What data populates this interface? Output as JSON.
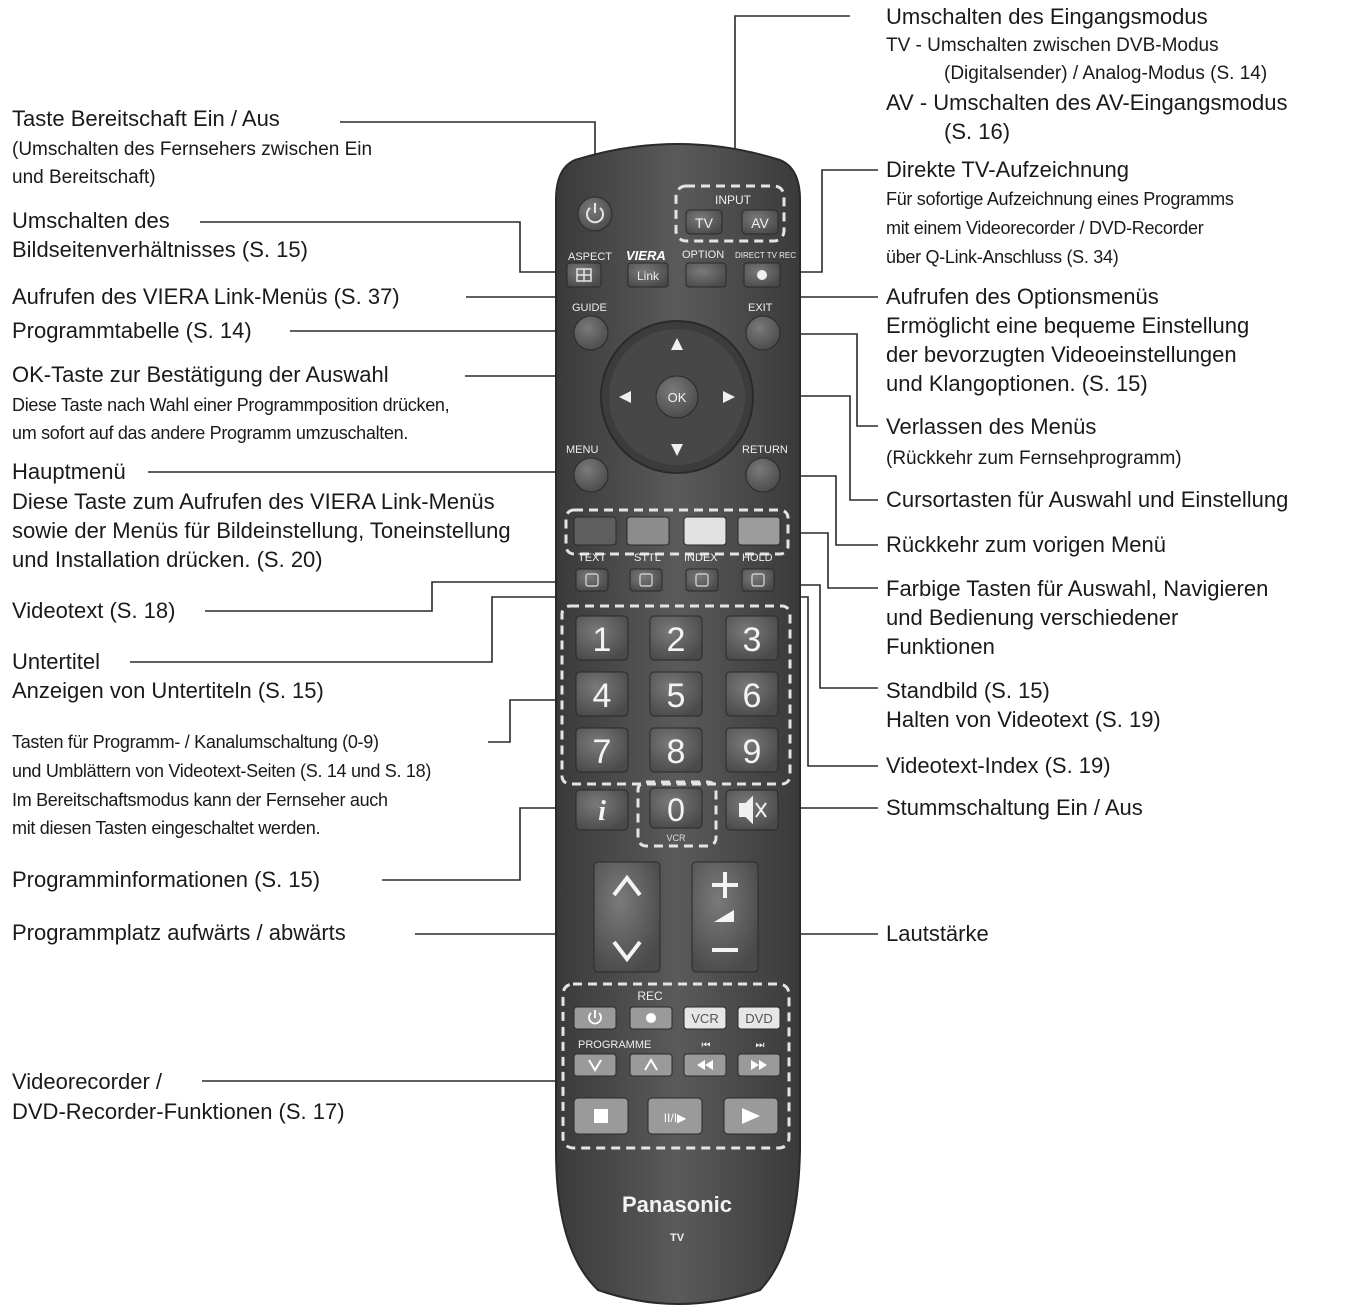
{
  "labels": {
    "input_title": "Umschalten des Eingangsmodus",
    "input_tv_1": "TV - Umschalten zwischen DVB-Modus",
    "input_tv_2": "(Digitalsender) / Analog-Modus (S. 14)",
    "input_av_1": "AV - Umschalten des AV-Eingangsmodus",
    "input_av_2": "(S. 16)",
    "standby_title": "Taste Bereitschaft Ein / Aus",
    "standby_1": "(Umschalten des Fernsehers zwischen Ein",
    "standby_2": "und Bereitschaft)",
    "directrec_title": "Direkte TV-Aufzeichnung",
    "directrec_1": "Für sofortige Aufzeichnung eines Programms",
    "directrec_2": "mit einem Videorecorder / DVD-Recorder",
    "directrec_3": "über Q-Link-Anschluss (S. 34)",
    "aspect_1": "Umschalten des",
    "aspect_2": "Bildseitenverhältnisses (S. 15)",
    "link_menu": "Aufrufen des VIERA Link-Menüs (S. 37)",
    "option_title": "Aufrufen des Optionsmenüs",
    "option_1": "Ermöglicht eine bequeme Einstellung",
    "option_2": "der bevorzugten Videoeinstellungen",
    "option_3": "und Klangoptionen. (S. 15)",
    "guide": "Programmtabelle (S. 14)",
    "ok_title": "OK-Taste zur Bestätigung der Auswahl",
    "ok_1": "Diese Taste nach Wahl einer Programmposition drücken,",
    "ok_2": "um sofort auf das andere Programm umzuschalten.",
    "exit_title": "Verlassen des Menüs",
    "exit_1": "(Rückkehr zum Fernsehprogramm)",
    "menu_title": "Hauptmenü",
    "menu_1": "Diese Taste zum Aufrufen des VIERA Link-Menüs",
    "menu_2": "sowie der Menüs für Bildeinstellung, Toneinstellung",
    "menu_3": "und Installation drücken. (S. 20)",
    "cursor": "Cursortasten für Auswahl und Einstellung",
    "return": "Rückkehr zum vorigen Menü",
    "color_1": "Farbige Tasten für Auswahl, Navigieren",
    "color_2": "und Bedienung verschiedener",
    "color_3": "Funktionen",
    "teletext": "Videotext (S. 18)",
    "subtitle_title": "Untertitel",
    "subtitle_1": "Anzeigen von Untertiteln (S. 15)",
    "hold_title": "Standbild (S. 15)",
    "hold_1": "Halten von Videotext (S. 19)",
    "digits_1": "Tasten für Programm- / Kanalumschaltung (0-9)",
    "digits_2": "und Umblättern von Videotext-Seiten (S. 14 und S. 18)",
    "digits_3": "Im Bereitschaftsmodus kann der Fernseher auch",
    "digits_4": "mit diesen Tasten eingeschaltet werden.",
    "index": "Videotext-Index (S. 19)",
    "mute": "Stummschaltung Ein / Aus",
    "info": "Programminformationen (S. 15)",
    "prog_updown": "Programmplatz aufwärts / abwärts",
    "volume": "Lautstärke",
    "recorder_1": "Videorecorder /",
    "recorder_2": "DVD-Recorder-Funktionen (S. 17)"
  },
  "remote": {
    "input_label": "INPUT",
    "tv_btn": "TV",
    "av_btn": "AV",
    "aspect_label": "ASPECT",
    "viera_logo": "VIERA",
    "option_label": "OPTION",
    "direct_rec_label": "DIRECT TV REC",
    "link_btn": "Link",
    "guide_label": "GUIDE",
    "exit_label": "EXIT",
    "ok_btn": "OK",
    "menu_label": "MENU",
    "return_label": "RETURN",
    "text_label": "TEXT",
    "sttl_label": "STTL",
    "index_label": "INDEX",
    "hold_label": "HOLD",
    "digits": [
      "1",
      "2",
      "3",
      "4",
      "5",
      "6",
      "7",
      "8",
      "9"
    ],
    "zero": "0",
    "info_btn": "i",
    "vcr_small": "VCR",
    "rec_label": "REC",
    "vcr_btn": "VCR",
    "dvd_btn": "DVD",
    "programme_label": "PROGRAMME",
    "play_pause": "II/I▶",
    "brand": "Panasonic",
    "brand_sub": "TV"
  },
  "colors": {
    "remote_body": "#4a4a4a",
    "button": "#5a5a5a",
    "dash": "#e4e4e4",
    "leader": "#2a2a2a"
  },
  "icons": {
    "standby": "power-icon",
    "aspect": "aspect-grid-icon",
    "rec": "record-dot-icon",
    "mute": "speaker-mute-icon"
  }
}
